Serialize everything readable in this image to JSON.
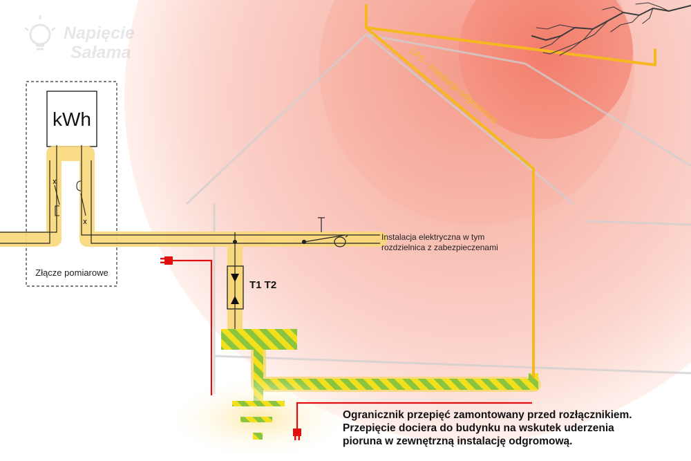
{
  "watermark": {
    "line1": "Napięcie",
    "line2": "Sałama"
  },
  "meter": {
    "label": "kWh",
    "caption": "Złącze pomiarowe"
  },
  "lps_label": "LPS - instalacja odgromowa",
  "installation": {
    "line1": "Instalacja elektryczna w tym",
    "line2": "rozdzielnica z zabezpieczenami"
  },
  "spd_label": "T1 T2",
  "description": {
    "line1": "Ogranicznik przepięć zamontowany przed rozłącznikiem.",
    "line2": "Przepięcie dociera do budynku na wskutek uderzenia",
    "line3": "pioruna w zewnętrzną instalację odgromową."
  },
  "colors": {
    "danger_zone": "#f08070",
    "highlight": "#f8d878",
    "lps_conductor": "#f5b820",
    "earthing_green": "#8bc53f",
    "earthing_yellow": "#f3e01c",
    "surge_path": "#e01010",
    "lightning": "#333333",
    "house_outline": "#c8c8c8"
  },
  "icons": [
    "bulb-icon",
    "lightning-bolt-icon",
    "surge-arrester-icon",
    "ground-symbol-icon",
    "switch-icon",
    "fuse-icon"
  ]
}
